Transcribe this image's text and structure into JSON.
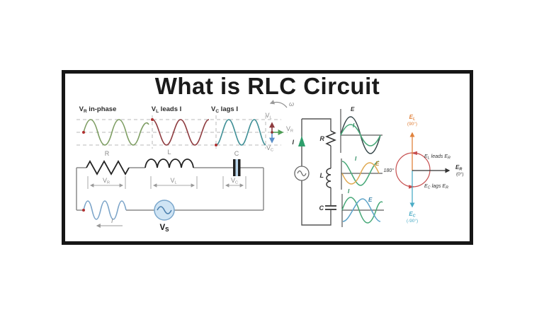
{
  "title": "What is RLC Circuit",
  "waves": {
    "vr_label": {
      "base": "V",
      "sub": "R",
      "rest": " in-phase"
    },
    "vl_label": {
      "base": "V",
      "sub": "L",
      "rest": " leads I"
    },
    "vc_label": {
      "base": "V",
      "sub": "C",
      "rest": " lags I"
    }
  },
  "mini_phasor": {
    "omega": "ω",
    "vl": {
      "base": "V",
      "sub": "L"
    },
    "vr": {
      "base": "V",
      "sub": "R"
    },
    "vc": {
      "base": "V",
      "sub": "C"
    }
  },
  "series_circuit": {
    "r_label": "R",
    "l_label": "L",
    "c_label": "C",
    "vr": {
      "base": "V",
      "sub": "R"
    },
    "vl": {
      "base": "V",
      "sub": "L"
    },
    "vc": {
      "base": "V",
      "sub": "C"
    },
    "vs": {
      "base": "V",
      "sub": "S"
    },
    "current": "I"
  },
  "branch_circuit": {
    "current": "I",
    "r_label": "R",
    "l_label": "L",
    "c_label": "C",
    "plot_r": {
      "e": "E",
      "i": "I"
    },
    "plot_l": {
      "i": "I",
      "e": "E"
    },
    "plot_c": {
      "i": "I",
      "e": "E"
    }
  },
  "phasor": {
    "el": {
      "base": "E",
      "sub": "L"
    },
    "el_angle": "(90°)",
    "er": {
      "base": "E",
      "sub": "R"
    },
    "er_angle": "(0°)",
    "ec": {
      "base": "E",
      "sub": "C"
    },
    "ec_angle": "(-90°)",
    "angle_left": "180°",
    "note_top": {
      "b1": "E",
      "s1": "L",
      "mid": " leads E",
      "s2": "R"
    },
    "note_bottom": {
      "b1": "E",
      "s1": "C",
      "mid": " lags E",
      "s2": "R"
    }
  },
  "colors": {
    "frame": "#161616",
    "vr_wave": "#7d9d62",
    "vl_wave": "#8e3b3f",
    "vc_wave": "#3f8f96",
    "current_green": "#2d9e6b",
    "e_dark": "#37474a",
    "e_orange": "#e0a84f",
    "e_blue": "#5ba3c9",
    "el_arrow": "#e0823c",
    "ec_arrow": "#4bacc6",
    "er_arrow": "#333333",
    "phasor_circle": "#c75050",
    "source_fill": "#cfe4f4",
    "wire_gray": "#8a8a8a",
    "marker_dot": "#b03030"
  }
}
